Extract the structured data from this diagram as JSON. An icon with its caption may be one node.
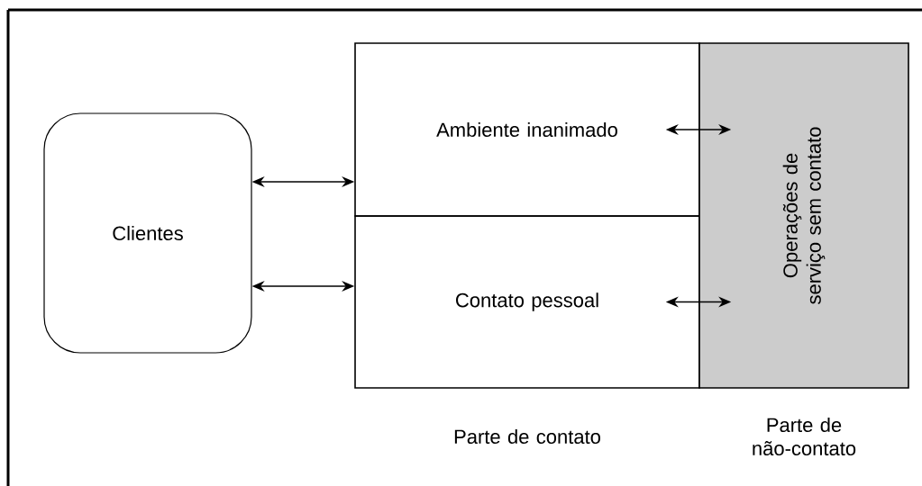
{
  "diagram": {
    "nodes": [
      {
        "text": [
          "Clientes"
        ]
      },
      {
        "text": [
          "Ambiente inanimado"
        ]
      },
      {
        "text": [
          "Contato pessoal"
        ]
      },
      {
        "text": [
          "Operações de serviço sem contato"
        ]
      }
    ],
    "edges": [
      {
        "from": 0,
        "to": 1,
        "arrow": "both"
      },
      {
        "from": 0,
        "to": 2,
        "arrow": "both"
      },
      {
        "from": 1,
        "to": 3,
        "arrow": "both"
      },
      {
        "from": 2,
        "to": 3,
        "arrow": "both"
      }
    ],
    "labels": [
      "Parte de contato",
      "Parte de não-contato"
    ]
  }
}
